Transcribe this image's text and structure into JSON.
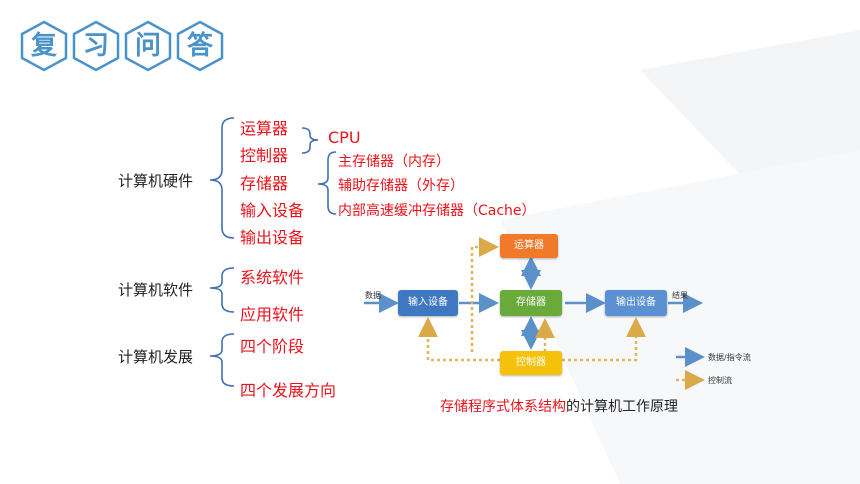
{
  "title_chars": [
    "复",
    "习",
    "问",
    "答"
  ],
  "hardware": {
    "label": "计算机硬件",
    "items": [
      "运算器",
      "控制器",
      "存储器",
      "输入设备",
      "输出设备"
    ],
    "cpu": "CPU",
    "storage_items": [
      "主存储器（内存）",
      "辅助存储器（外存）",
      "内部高速缓冲存储器（Cache）"
    ]
  },
  "software": {
    "label": "计算机软件",
    "items": [
      "系统软件",
      "应用软件"
    ]
  },
  "development": {
    "label": "计算机发展",
    "items": [
      "四个阶段",
      "四个发展方向"
    ]
  },
  "diagram": {
    "data_in": "数据",
    "input": "输入设备",
    "alu": "运算器",
    "memory": "存储器",
    "output": "输出设备",
    "result": "结果",
    "controller": "控制器",
    "legend_data": "数据/指令流",
    "legend_control": "控制流"
  },
  "caption": {
    "highlight": "存储程序式体系结构",
    "rest": "的计算机工作原理"
  },
  "colors": {
    "red": "#e8141c",
    "blue_box": "#3e78c3",
    "green_box": "#6aaa3a",
    "orange_box": "#f07a2a",
    "yellow_box": "#f5c10b",
    "arrow_blue": "#5b90c8",
    "dotted": "#e0b65a"
  }
}
